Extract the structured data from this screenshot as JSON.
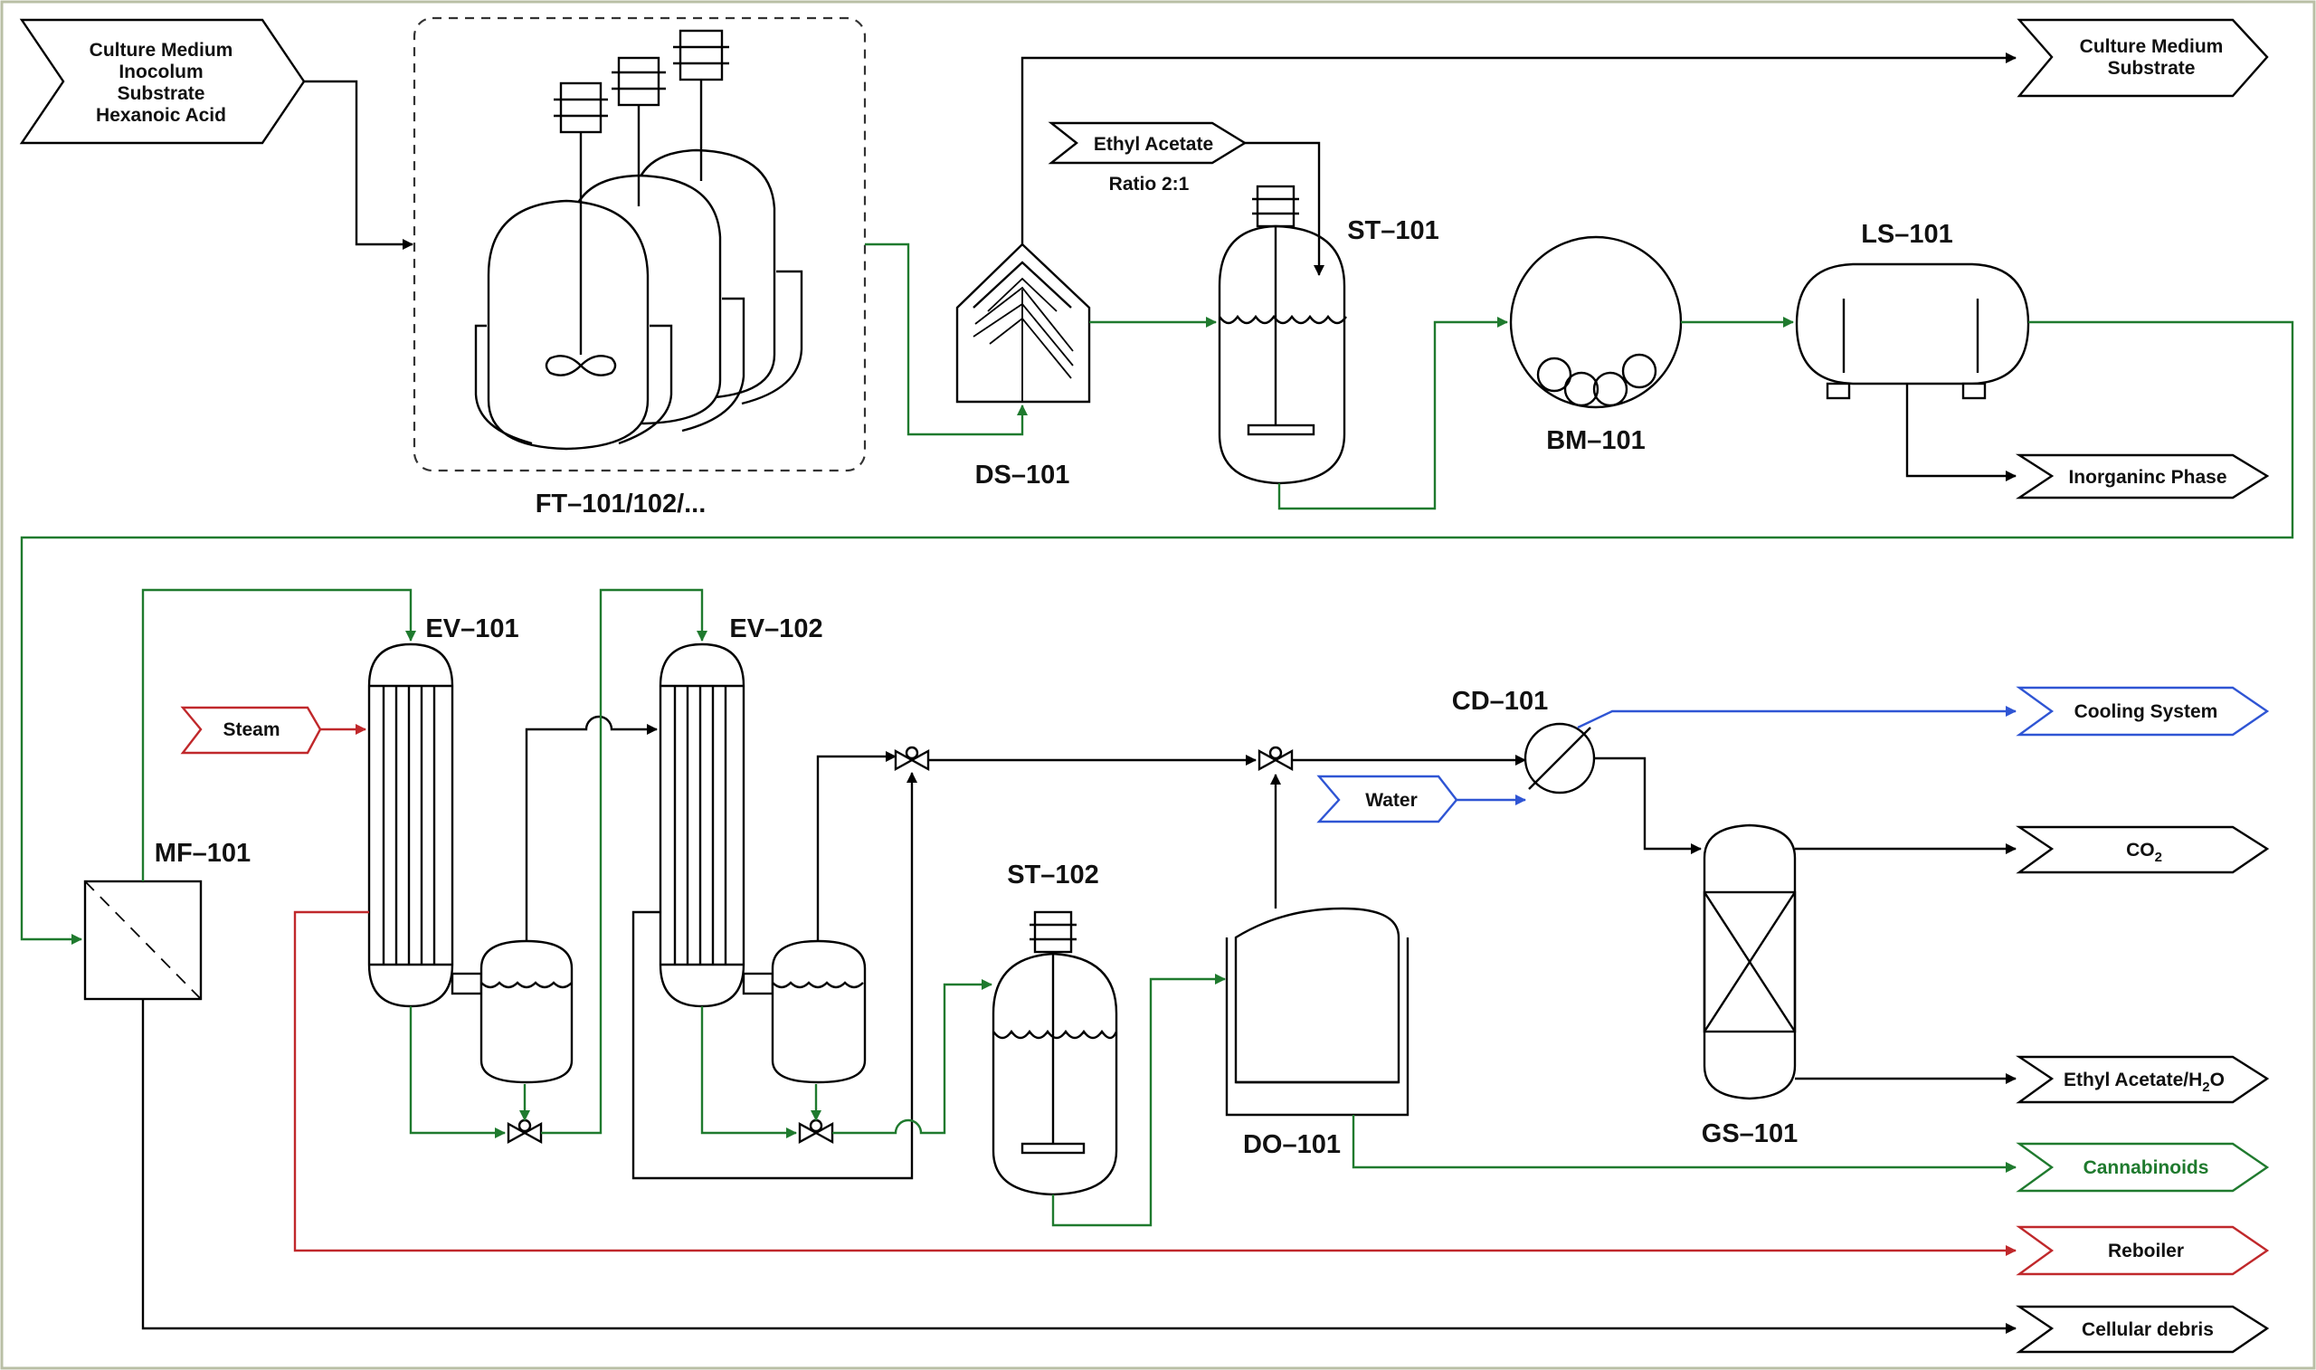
{
  "inputs": {
    "feed": [
      "Culture Medium",
      "Inocolum",
      "Substrate",
      "Hexanoic Acid"
    ],
    "ethyl_acetate": "Ethyl Acetate",
    "ratio": "Ratio 2:1",
    "steam": "Steam",
    "water": "Water"
  },
  "outputs": {
    "recycle": [
      "Culture Medium",
      "Substrate"
    ],
    "inorganic": "Inorganinc Phase",
    "cooling": "Cooling System",
    "co2_main": "CO",
    "co2_sub": "2",
    "ea_h2o_pre": "Ethyl Acetate/H",
    "ea_h2o_sub": "2",
    "ea_h2o_post": "O",
    "cannabinoids": "Cannabinoids",
    "reboiler": "Reboiler",
    "debris": "Cellular debris"
  },
  "units": {
    "ft": "FT–101/102/...",
    "ds": "DS–101",
    "st101": "ST–101",
    "bm": "BM–101",
    "ls": "LS–101",
    "mf": "MF–101",
    "ev101": "EV–101",
    "ev102": "EV–102",
    "st102": "ST–102",
    "do": "DO–101",
    "cd": "CD–101",
    "gs": "GS–101"
  },
  "colors": {
    "process": "#1f7a2e",
    "steam": "#c0282b",
    "water": "#2f55d4",
    "frame": "#b9bfa5"
  }
}
